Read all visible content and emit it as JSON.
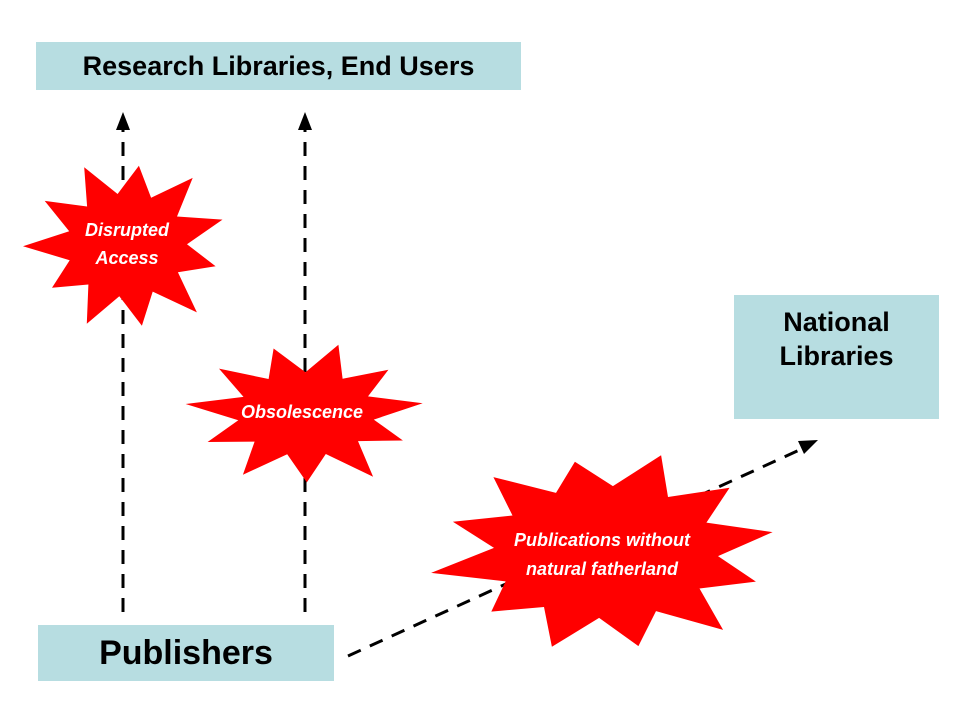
{
  "colors": {
    "box_fill": "#b7dde1",
    "burst_fill": "#ff0000",
    "arrow": "#000000"
  },
  "boxes": {
    "research": "Research Libraries, End Users",
    "national_line1": "National",
    "national_line2": "Libraries",
    "publishers": "Publishers"
  },
  "bursts": {
    "disrupted_line1": "Disrupted",
    "disrupted_line2": "Access",
    "obsolescence": "Obsolescence",
    "publications_line1": "Publications without",
    "publications_line2": "natural fatherland"
  }
}
